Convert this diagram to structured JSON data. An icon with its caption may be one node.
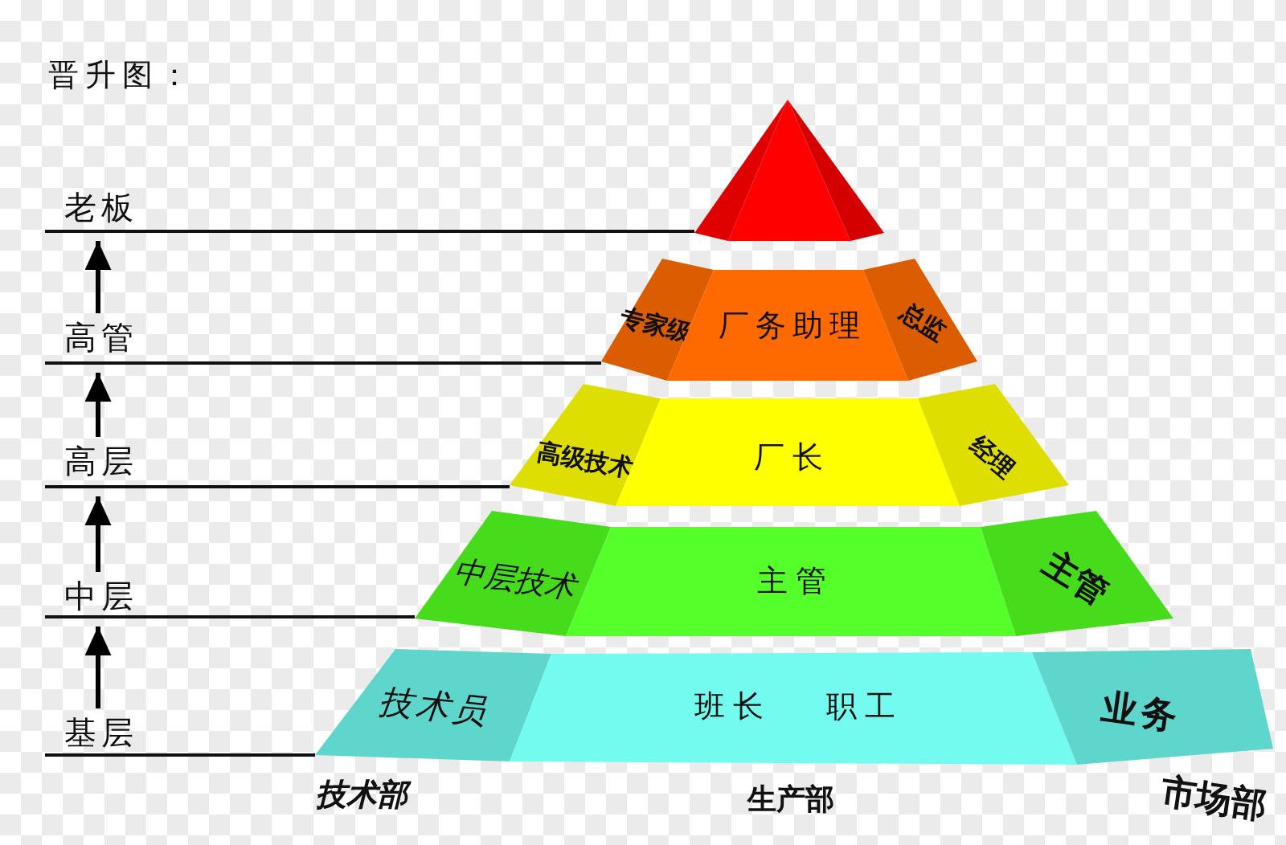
{
  "diagram": {
    "title": "晋升图：",
    "nodes": [
      {
        "text": [
          "老板"
        ]
      },
      {
        "text": [],
        "shape": "triangle"
      },
      {
        "text": [
          "高管"
        ]
      },
      {
        "text": [
          "专家级"
        ]
      },
      {
        "text": [
          "厂务助理"
        ]
      },
      {
        "text": [
          "总监"
        ]
      },
      {
        "text": [
          "高层"
        ]
      },
      {
        "text": [
          "高级技术"
        ]
      },
      {
        "text": [
          "厂长"
        ]
      },
      {
        "text": [
          "经理"
        ]
      },
      {
        "text": [
          "中层"
        ]
      },
      {
        "text": [
          "中层技术"
        ]
      },
      {
        "text": [
          "主管"
        ]
      },
      {
        "text": [
          "主管"
        ]
      },
      {
        "text": [
          "基层"
        ]
      },
      {
        "text": [
          "技术员"
        ]
      },
      {
        "text": [
          "班长",
          "职工"
        ]
      },
      {
        "text": [
          "业务"
        ]
      }
    ],
    "edges": [
      {
        "from": 14,
        "to": 10,
        "arrow": "to"
      },
      {
        "from": 10,
        "to": 6,
        "arrow": "to"
      },
      {
        "from": 6,
        "to": 2,
        "arrow": "to"
      },
      {
        "from": 2,
        "to": 0,
        "arrow": "to"
      }
    ],
    "labels": [
      "技术部",
      "生产部",
      "市场部"
    ]
  }
}
